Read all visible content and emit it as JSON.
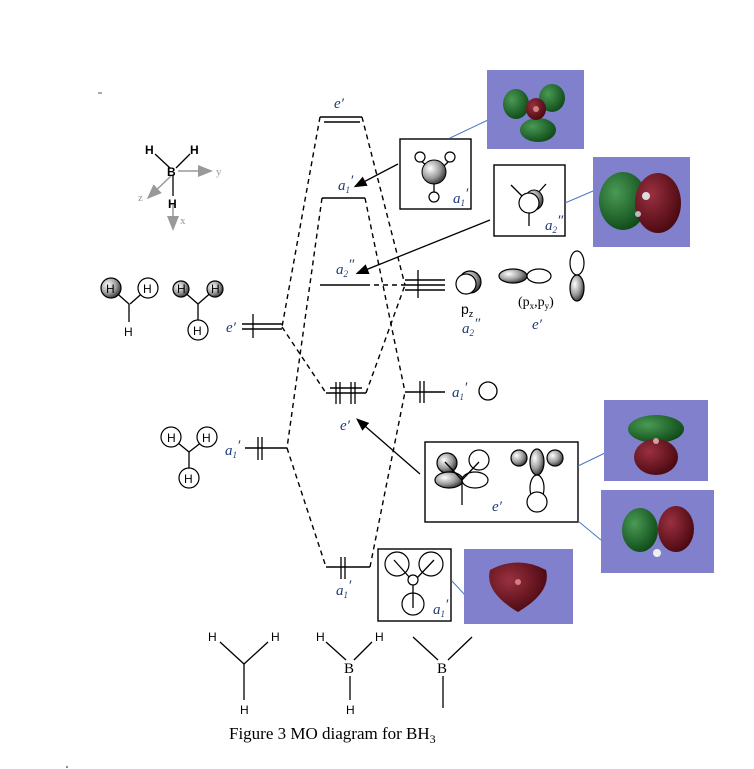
{
  "figure": {
    "caption_prefix": "Figure 3 MO diagram for BH",
    "caption_subscript": "3",
    "type": "molecular orbital diagram",
    "molecule": "BH3"
  },
  "axes_inset": {
    "atoms": [
      "H",
      "H",
      "B",
      "H"
    ],
    "axes": [
      "y",
      "z",
      "x"
    ]
  },
  "mo_levels": [
    {
      "symmetry": "e'",
      "base": "e",
      "prime": "′",
      "occupancy": 0,
      "degenerate": true
    },
    {
      "symmetry": "a1'",
      "base": "a",
      "sub": "1",
      "prime": "′",
      "occupancy": 0
    },
    {
      "symmetry": "a2''",
      "base": "a",
      "sub": "2",
      "prime": "″",
      "occupancy": 0
    },
    {
      "symmetry": "e'",
      "base": "e",
      "prime": "′",
      "occupancy": 4,
      "degenerate": true
    },
    {
      "symmetry": "a1'",
      "base": "a",
      "sub": "1",
      "prime": "′",
      "occupancy": 2
    }
  ],
  "fragment_H3": {
    "levels": [
      {
        "symmetry": "e'",
        "base": "e",
        "prime": "′",
        "electrons": 1
      },
      {
        "symmetry": "a1'",
        "base": "a",
        "sub": "1",
        "prime": "′",
        "electrons": 2
      }
    ],
    "atom_label": "H"
  },
  "fragment_B": {
    "levels": [
      {
        "symmetry": "a2'' / e'",
        "electrons": 1,
        "orbitals": [
          "pz",
          "(px,py)"
        ]
      },
      {
        "symmetry": "a1'",
        "base": "a",
        "sub": "1",
        "prime": "′",
        "electrons": 2
      }
    ],
    "p_labels": {
      "pz": "p",
      "pz_sub": "z",
      "pxpy_open": "(p",
      "x": "x",
      "comma": ",p",
      "y": "y",
      "close": ")"
    },
    "p_symmetries": {
      "pz": "a2''",
      "pxpy": "e'"
    }
  },
  "bottom_structures": {
    "h3": [
      "H",
      "H",
      "H"
    ],
    "bh3": [
      "H",
      "H",
      "B",
      "H"
    ],
    "b": [
      "B"
    ]
  },
  "colors": {
    "panel_bg": "#8080cc",
    "lobe_positive": "#1e6a2a",
    "lobe_negative": "#6e1020",
    "symmetry_label": "#1f3b73",
    "leader_line": "#4a78c8"
  }
}
